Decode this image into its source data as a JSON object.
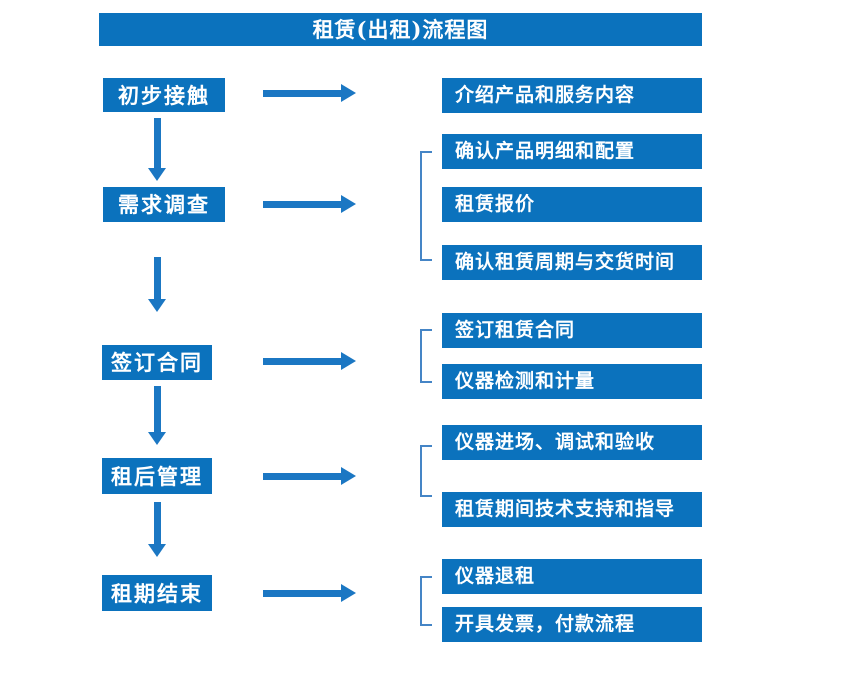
{
  "title": "租赁(出租)流程图",
  "colors": {
    "box_blue": "#0B72BD",
    "arrow_blue": "#1B77C3",
    "bracket_blue": "#4585C6",
    "text_white": "#FFFFFF"
  },
  "steps": [
    {
      "label": "初步接触",
      "details": [
        "介绍产品和服务内容"
      ]
    },
    {
      "label": "需求调查",
      "details": [
        "确认产品明细和配置",
        "租赁报价",
        "确认租赁周期与交货时间"
      ]
    },
    {
      "label": "签订合同",
      "details": [
        "签订租赁合同",
        "仪器检测和计量"
      ]
    },
    {
      "label": "租后管理",
      "details": [
        "仪器进场、调试和验收",
        "租赁期间技术支持和指导"
      ]
    },
    {
      "label": "租期结束",
      "details": [
        "仪器退租",
        "开具发票，付款流程"
      ]
    }
  ]
}
